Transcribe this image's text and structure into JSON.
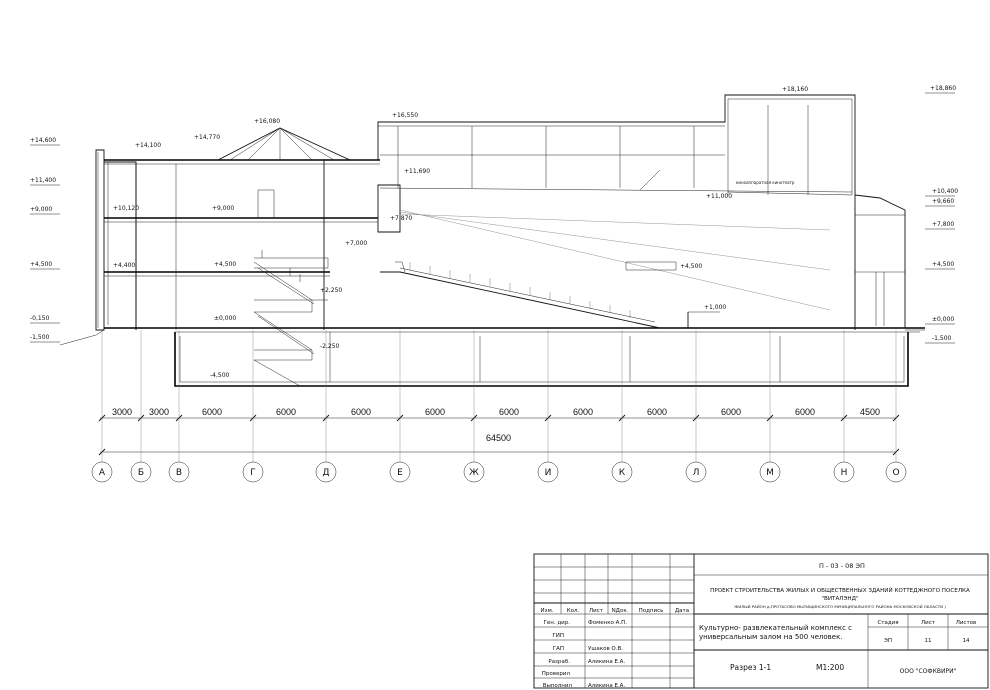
{
  "levels_left": [
    "+14,600",
    "+11,400",
    "+9,000",
    "+4,500",
    "-0,150",
    "-1,500"
  ],
  "levels_right": [
    "+18,860",
    "+10,400",
    "+9,660",
    "+7,800",
    "+4,500",
    "±0,000",
    "-1,500"
  ],
  "levels_interior": {
    "l1": "+14,100",
    "l2": "+14,770",
    "l3": "+16,080",
    "l4": "+16,550",
    "l5": "+18,160",
    "l6": "+11,690",
    "l7": "+11,000",
    "l8": "+10,120",
    "l9": "+9,000",
    "l10": "+7,870",
    "l11": "+7,000",
    "l12": "+4,400",
    "l13": "+4,500",
    "l14": "+2,250",
    "l15": "+4,500",
    "l16": "±0,000",
    "l17": "+1,000",
    "l18": "-2,250",
    "l19": "-4,500"
  },
  "room_note": "киноаппаратная кинотеатр",
  "dimensions": [
    "3000",
    "3000",
    "6000",
    "6000",
    "6000",
    "6000",
    "6000",
    "6000",
    "6000",
    "6000",
    "6000",
    "4500"
  ],
  "total_dimension": "64500",
  "axes": [
    "А",
    "Б",
    "В",
    "Г",
    "Д",
    "Е",
    "Ж",
    "И",
    "К",
    "Л",
    "М",
    "Н",
    "О"
  ],
  "title_block": {
    "code": "П - 03 - 08  ЭП",
    "project_line1": "ПРОЕКТ СТРОИТЕЛЬСТВА ЖИЛЫХ И ОБЩЕСТВЕННЫХ ЗДАНИЙ КОТТЕДЖНОГО ПОСЕЛКА",
    "project_line2": "\"ВИТАЛЭНД\"",
    "project_line3": "ЖИЛЫЙ РАЙОН д.ПРОТАСОВО МЫТИЩИНСКОГО МУНИЦИПАЛЬНОГО РАЙОНА МОСКОВСКОЙ ОБЛАСТИ )",
    "header": {
      "izm": "Изм.",
      "kol": "Кол.",
      "list": "Лист",
      "ndok": "NДок.",
      "podp": "Подпись",
      "data": "Дата"
    },
    "roles": [
      {
        "role": "Ген. дир.",
        "name": "Фоменко А.П."
      },
      {
        "role": "ГИП",
        "name": ""
      },
      {
        "role": "ГАП",
        "name": "Ушаков О.В."
      },
      {
        "role": "Разраб.",
        "name": "Аликина Е.А."
      },
      {
        "role": "Проверил",
        "name": ""
      },
      {
        "role": "Выполнил",
        "name": "Аликина Е.А."
      }
    ],
    "object_line1": "Культурно- развлекательный комплекс с",
    "object_line2": "универсальным залом на  500 человек.",
    "stage_header": "Стадия",
    "sheet_header": "Лист",
    "sheets_header": "Листов",
    "stage": "ЭП",
    "sheet": "11",
    "sheets": "14",
    "drawing_name": "Разрез 1-1",
    "scale": "М1:200",
    "company": "ООО \"СОФКВИРИ\""
  }
}
